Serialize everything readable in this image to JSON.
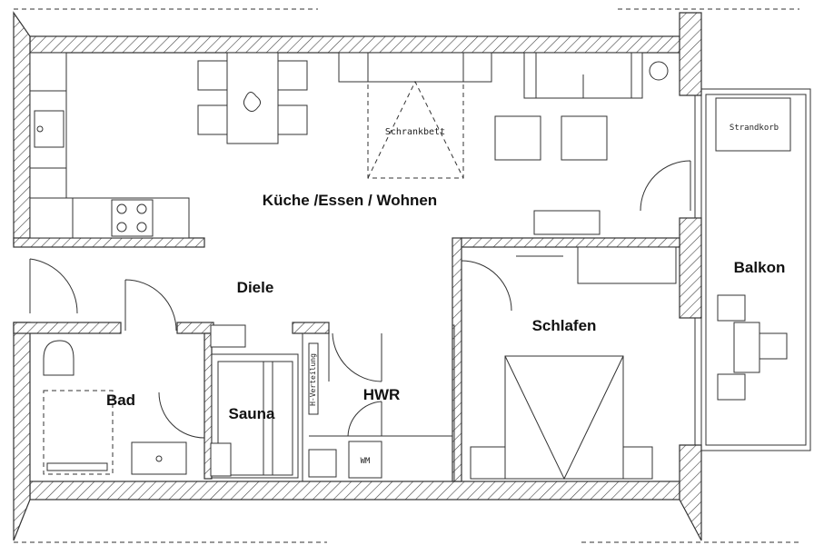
{
  "rooms": {
    "kitchen_living": "Küche /Essen / Wohnen",
    "hall": "Diele",
    "bath": "Bad",
    "sauna": "Sauna",
    "utility": "HWR",
    "bedroom": "Schlafen",
    "balcony": "Balkon"
  },
  "furniture": {
    "murphy_bed": "Schrankbett",
    "beach_chair": "Strandkorb",
    "washing_machine": "WM",
    "distribution": "H-Verteilung"
  }
}
